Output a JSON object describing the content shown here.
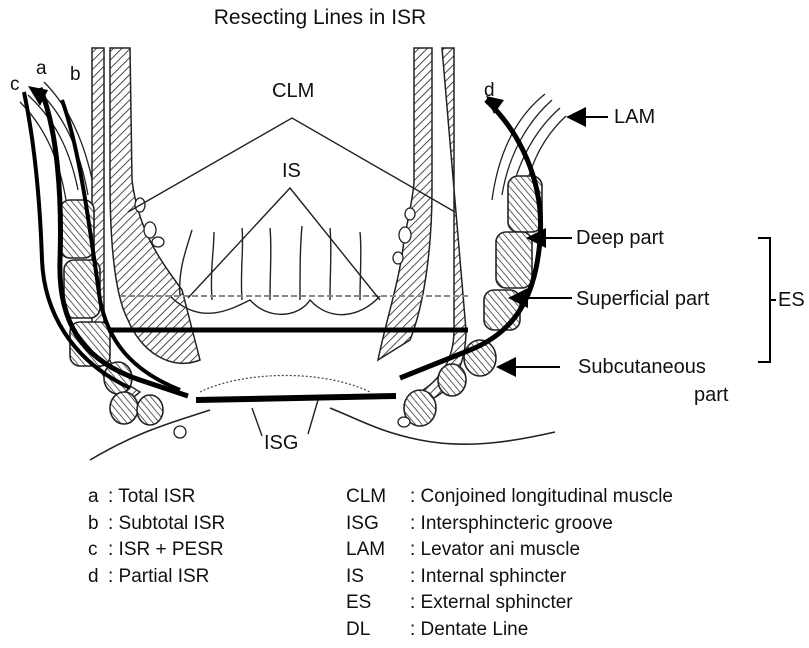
{
  "title": "Resecting Lines in ISR",
  "labels": {
    "clm": "CLM",
    "is": "IS",
    "isg": "ISG",
    "lam": "LAM",
    "deep_part": "Deep part",
    "superficial_part": "Superficial part",
    "subcutaneous_line1": "Subcutaneous",
    "subcutaneous_line2": "part",
    "es": "ES"
  },
  "line_letters": {
    "a": "a",
    "b": "b",
    "c": "c",
    "d": "d"
  },
  "legend_left": [
    {
      "abbr": "a",
      "text": ": Total ISR"
    },
    {
      "abbr": "b",
      "text": ": Subtotal ISR"
    },
    {
      "abbr": "c",
      "text": ": ISR + PESR"
    },
    {
      "abbr": "d",
      "text": ": Partial ISR"
    }
  ],
  "legend_right": [
    {
      "abbr": "CLM",
      "text": ": Conjoined longitudinal muscle"
    },
    {
      "abbr": "ISG",
      "text": ": Intersphincteric groove"
    },
    {
      "abbr": "LAM",
      "text": ": Levator ani muscle"
    },
    {
      "abbr": "IS",
      "text": ": Internal sphincter"
    },
    {
      "abbr": "ES",
      "text": ": External sphincter"
    },
    {
      "abbr": "DL",
      "text": ": Dentate Line"
    }
  ]
}
